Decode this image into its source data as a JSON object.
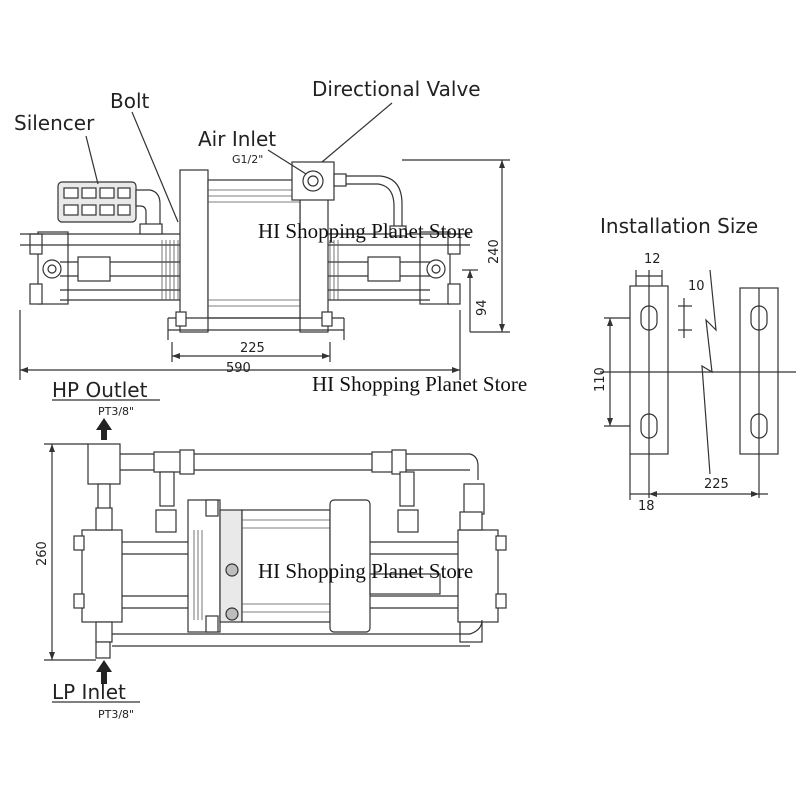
{
  "labels": {
    "bolt": "Bolt",
    "silencer": "Silencer",
    "air_inlet": "Air Inlet",
    "air_inlet_thread": "G1/2\"",
    "directional_valve": "Directional Valve",
    "hp_outlet": "HP Outlet",
    "hp_outlet_thread": "PT3/8\"",
    "lp_inlet": "LP Inlet",
    "lp_inlet_thread": "PT3/8\"",
    "installation_size": "Installation Size"
  },
  "dimensions": {
    "total_length": "590",
    "cylinder_length": "225",
    "height": "240",
    "base_height": "94",
    "plan_depth": "260",
    "slot_width": "12",
    "slot_length": "10",
    "bracket_spacing": "225",
    "hole_spacing": "110",
    "edge_offset": "18"
  },
  "watermarks": [
    "HI Shopping Planet Store",
    "HI Shopping Planet Store",
    "HI Shopping Planet Store"
  ]
}
